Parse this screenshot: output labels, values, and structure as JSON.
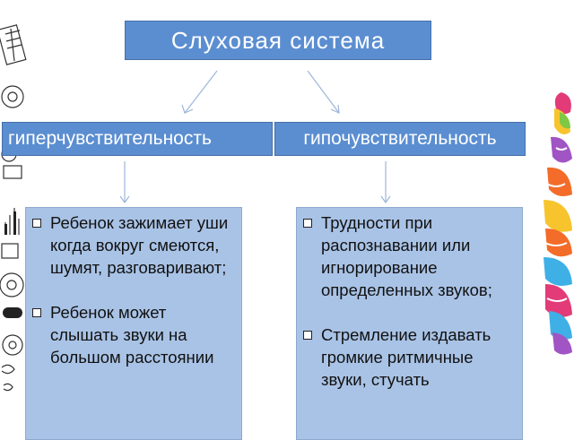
{
  "title": "Слуховая система",
  "categories": {
    "left": "гиперчувствительность",
    "right": "гипочувствительность"
  },
  "lists": {
    "left": [
      "Ребенок зажимает уши когда вокруг смеются, шумят, разговаривают;",
      "Ребенок может слышать звуки на большом расстоянии"
    ],
    "right": [
      "Трудности при распознавании или игнорирование определенных звуков;",
      "Стремление издавать громкие ритмичные звуки, стучать"
    ]
  },
  "colors": {
    "box_dark": "#5b8ed1",
    "box_light": "#a9c3e6",
    "arrow": "#9db6d9"
  },
  "decorations": {
    "left": "gears-and-chart-doodle",
    "right": "colorful-brain-puzzle"
  }
}
